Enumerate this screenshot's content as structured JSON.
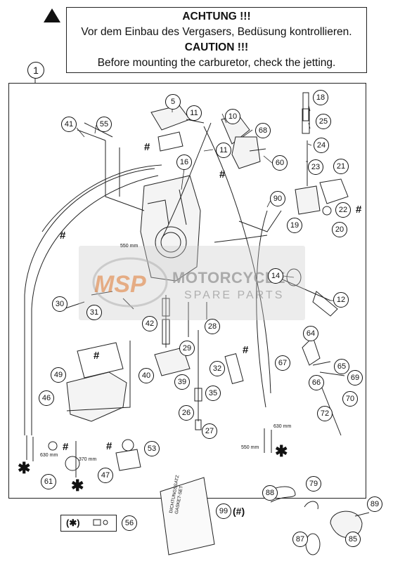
{
  "warning": {
    "de_title": "ACHTUNG !!!",
    "de_text": "Vor dem Einbau des Vergasers, Bedüsung kontrollieren.",
    "en_title": "CAUTION !!!",
    "en_text": "Before mounting the carburetor, check the jetting."
  },
  "assembly_number": "1",
  "watermark": {
    "brand": "MOTORCYCLE",
    "sub": "SPARE PARTS",
    "logo": "MSP"
  },
  "dimensions": {
    "d550_top": "550 mm",
    "d630_left": "630 mm",
    "d370": "370 mm",
    "d630_right": "630 mm",
    "d550_right": "550 mm"
  },
  "gasket_set": {
    "line1": "DICHTUNGSSATZ",
    "line2": "GASKET-SET",
    "label": "(#)"
  },
  "legend": {
    "symbol": "(✱)"
  },
  "callouts": {
    "c5": "5",
    "c10": "10",
    "c11a": "11",
    "c11b": "11",
    "c12": "12",
    "c14": "14",
    "c16": "16",
    "c18": "18",
    "c19": "19",
    "c20": "20",
    "c21": "21",
    "c22": "22",
    "c23": "23",
    "c24": "24",
    "c25": "25",
    "c26": "26",
    "c27": "27",
    "c28": "28",
    "c29": "29",
    "c30": "30",
    "c31": "31",
    "c32": "32",
    "c35": "35",
    "c39": "39",
    "c40": "40",
    "c41": "41",
    "c42": "42",
    "c46": "46",
    "c47": "47",
    "c49": "49",
    "c53": "53",
    "c55": "55",
    "c56": "56",
    "c60": "60",
    "c61": "61",
    "c64": "64",
    "c65": "65",
    "c66": "66",
    "c67": "67",
    "c68": "68",
    "c69": "69",
    "c70": "70",
    "c72": "72",
    "c79": "79",
    "c85": "85",
    "c87": "87",
    "c88": "88",
    "c89": "89",
    "c90": "90",
    "c99": "99"
  },
  "icons": {
    "warning": "warning-triangle-icon",
    "star": "asterisk-marker-icon",
    "hash": "hash-marker-icon"
  },
  "colors": {
    "line": "#222222",
    "watermark_orange": "#e07830"
  }
}
